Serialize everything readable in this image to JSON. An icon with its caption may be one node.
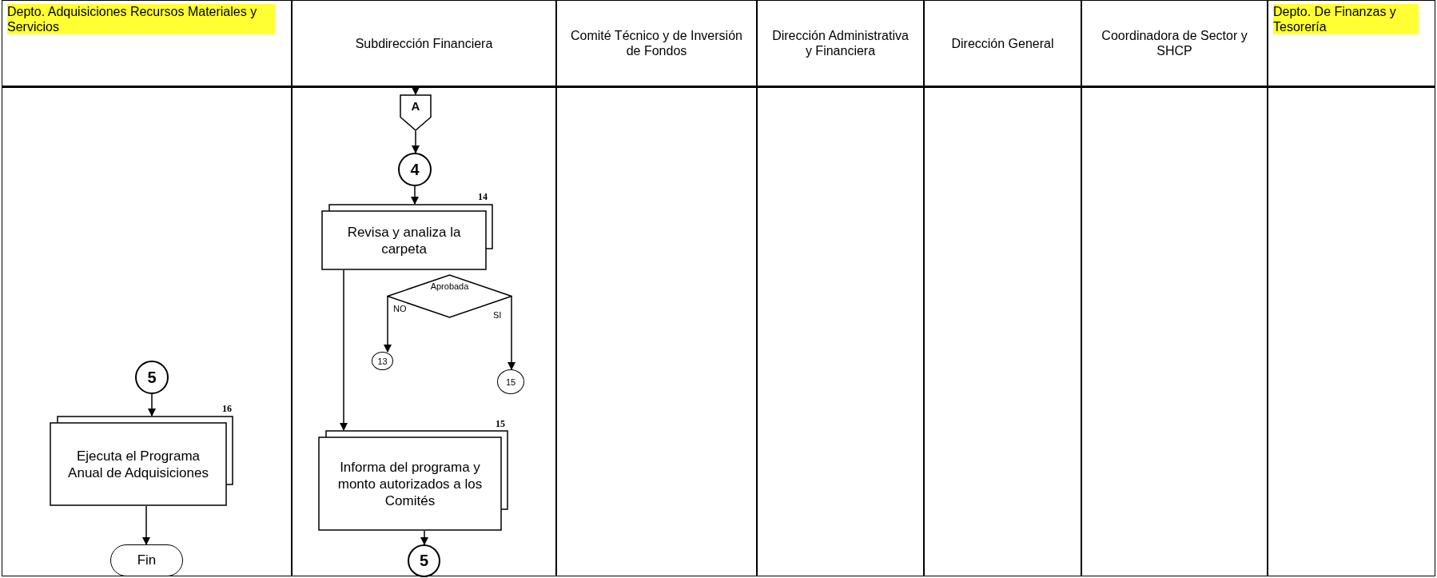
{
  "diagram": {
    "nodes": [
      {
        "text": [
          "Depto. Adquisiciones  Recursos Materiales y Servicios"
        ]
      },
      {
        "text": [
          "Subdirección Financiera"
        ]
      },
      {
        "text": [
          "Comité Técnico y de Inversión de Fondos"
        ]
      },
      {
        "text": [
          "Dirección Administrativa y Financiera"
        ]
      },
      {
        "text": [
          "Dirección General"
        ]
      },
      {
        "text": [
          "Coordinadora de Sector y SHCP"
        ]
      },
      {
        "text": [
          "Depto. De Finanzas y Tesorería"
        ]
      },
      {
        "text": [
          "A"
        ],
        "in": 1
      },
      {
        "text": [
          "4"
        ],
        "in": 1
      },
      {
        "text": [
          "Revisa y analiza la carpeta"
        ],
        "in": 1,
        "beside": [
          "14"
        ]
      },
      {
        "text": [
          "Aprobada"
        ],
        "in": 1
      },
      {
        "text": [
          "13"
        ],
        "in": 1
      },
      {
        "text": [
          "15"
        ],
        "in": 1
      },
      {
        "text": [
          "Informa del programa y monto autorizados a los Comités"
        ],
        "in": 1,
        "beside": [
          "15"
        ]
      },
      {
        "text": [
          "5"
        ],
        "in": 1
      },
      {
        "text": [
          "5"
        ],
        "in": 0
      },
      {
        "text": [
          "Ejecuta el Programa Anual de Adquisiciones"
        ],
        "in": 0,
        "beside": [
          "16"
        ]
      },
      {
        "text": [
          "Fin"
        ],
        "in": 0
      }
    ],
    "edges": [
      {
        "from": null,
        "to": 7,
        "arrow": "to"
      },
      {
        "from": 7,
        "to": 8,
        "arrow": "to"
      },
      {
        "from": 8,
        "to": 9,
        "arrow": "to"
      },
      {
        "from": 9,
        "to": 13,
        "arrow": "to"
      },
      {
        "from": 10,
        "to": 11,
        "arrow": "to",
        "label": "NO"
      },
      {
        "from": 10,
        "to": 12,
        "arrow": "to",
        "label": "SI"
      },
      {
        "from": 13,
        "to": 14,
        "arrow": "to"
      },
      {
        "from": 15,
        "to": 16,
        "arrow": "to"
      },
      {
        "from": 16,
        "to": 17,
        "arrow": "to"
      }
    ]
  }
}
